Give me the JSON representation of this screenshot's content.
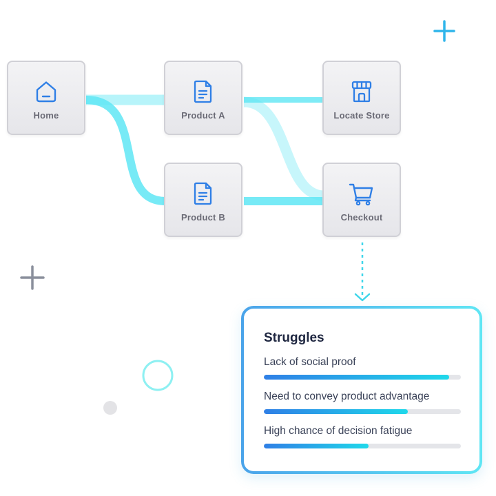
{
  "nodes": {
    "home": {
      "label": "Home",
      "icon": "home-icon"
    },
    "product_a": {
      "label": "Product A",
      "icon": "document-icon"
    },
    "locate_store": {
      "label": "Locate Store",
      "icon": "storefront-icon"
    },
    "product_b": {
      "label": "Product B",
      "icon": "document-icon"
    },
    "checkout": {
      "label": "Checkout",
      "icon": "shopping-cart-icon"
    }
  },
  "flows": [
    {
      "from": "home",
      "to": "product_a"
    },
    {
      "from": "home",
      "to": "product_b"
    },
    {
      "from": "product_a",
      "to": "locate_store"
    },
    {
      "from": "product_a",
      "to": "checkout"
    },
    {
      "from": "product_b",
      "to": "checkout"
    },
    {
      "from": "checkout",
      "to": "struggles",
      "style": "dashed"
    }
  ],
  "struggles": {
    "title": "Struggles",
    "items": [
      {
        "label": "Lack of social proof",
        "level": 0.94
      },
      {
        "label": "Need to convey product advantage",
        "level": 0.73
      },
      {
        "label": "High chance of decision fatigue",
        "level": 0.53
      }
    ]
  },
  "colors": {
    "flow": "#5fe6f4",
    "icon": "#2f7fe6",
    "plus_blue": "#2fb5ea",
    "plus_gray": "#8a8f9c",
    "ring": "#8ef0f2",
    "dot": "#e3e3e6",
    "bar_start": "#2f7fe6",
    "bar_end": "#1fd8ea",
    "card_border_start": "#4aa3ea",
    "card_border_end": "#5fe6f4"
  }
}
